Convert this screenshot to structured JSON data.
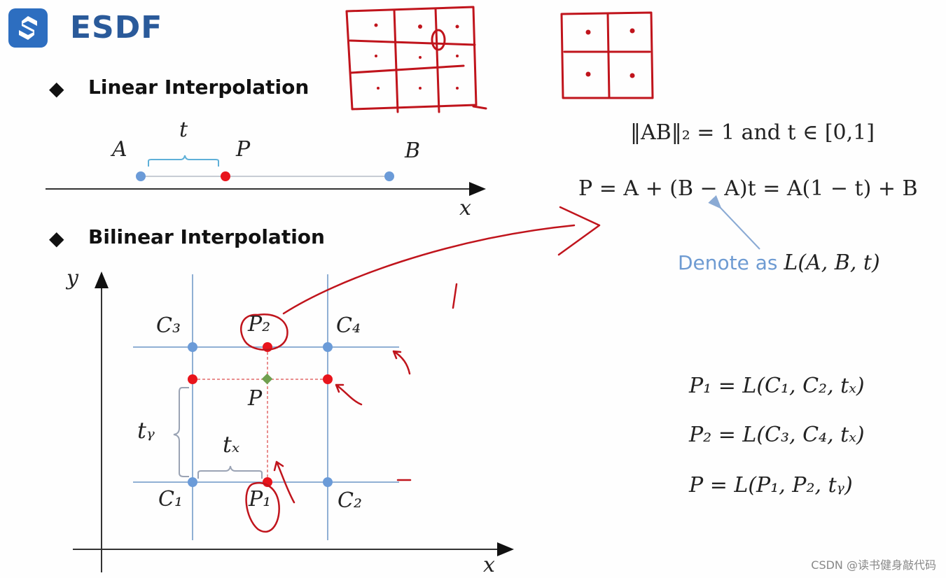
{
  "header": {
    "title": "ESDF"
  },
  "sections": {
    "linear": {
      "heading": "Linear Interpolation",
      "bullet": "◆"
    },
    "bilinear": {
      "heading": "Bilinear Interpolation",
      "bullet": "◆"
    }
  },
  "linear_diagram": {
    "label_A": "A",
    "label_P": "P",
    "label_B": "B",
    "label_t": "t",
    "axis_x": "x"
  },
  "equations": {
    "norm": "‖AB‖₂ = 1  and  t ∈ [0,1]",
    "lerp": "P = A + (B − A)t = A(1 − t) + B",
    "denote_prefix": "Denote as ",
    "denote_math": "L(A, B, t)",
    "p1": "P₁ = L(C₁, C₂, tₓ)",
    "p2": "P₂ = L(C₃, C₄, tₓ)",
    "p": "P  = L(P₁, P₂, tᵧ)"
  },
  "bilinear_diagram": {
    "C1": "C₁",
    "C2": "C₂",
    "C3": "C₃",
    "C4": "C₄",
    "P1": "P₁",
    "P2": "P₂",
    "P": "P",
    "tx": "tₓ",
    "ty": "tᵧ",
    "axis_x": "x",
    "axis_y": "y"
  },
  "colors": {
    "blue_point": "#6b9bd8",
    "red_point": "#e8141c",
    "green_point": "#70a050",
    "ink": "#c0141c"
  },
  "watermark": "CSDN @读书健身敲代码"
}
